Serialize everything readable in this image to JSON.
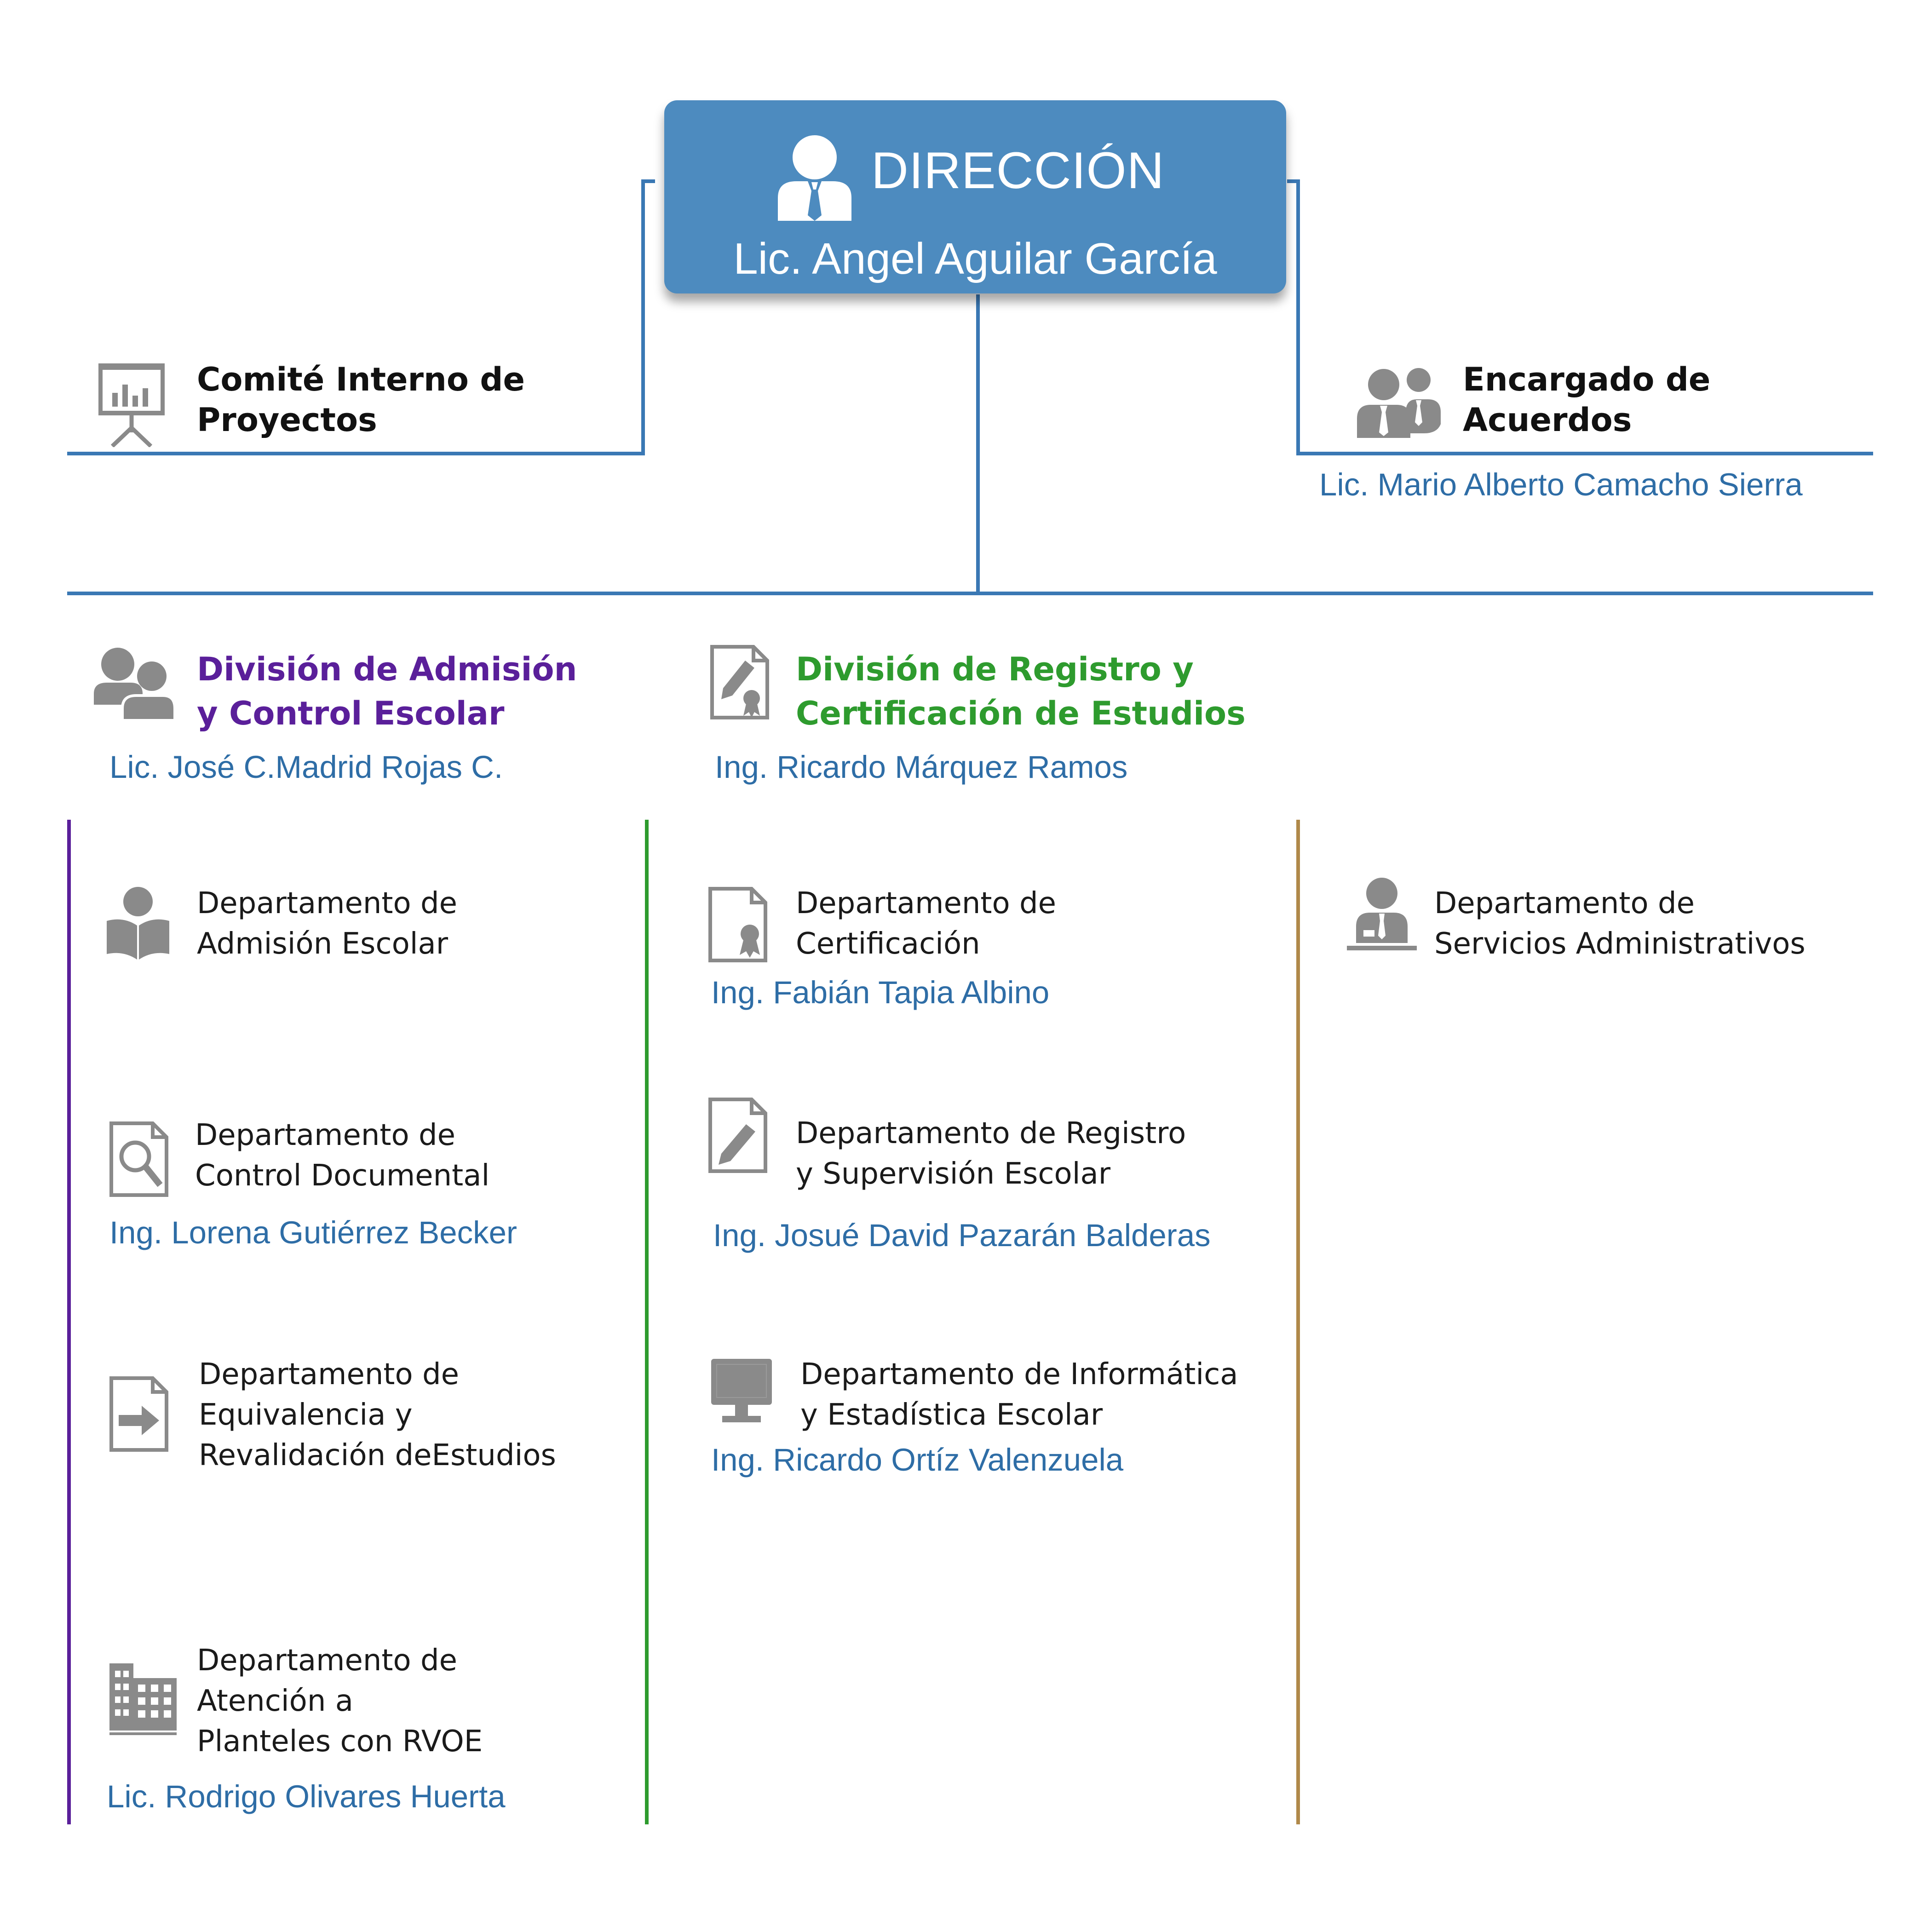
{
  "colors": {
    "connector": "#3a78b4",
    "director_box": "#4d8bbf",
    "admision": "#5a1f9a",
    "registro": "#2e9b2e",
    "administrativos": "#b0894a",
    "person_text": "#2e6da6",
    "icon_gray": "#8a8a8a"
  },
  "direccion": {
    "title": "DIRECCIÓN",
    "name": "Lic. Angel Aguilar García",
    "icon": "director-icon"
  },
  "comite": {
    "title_line1": "Comité Interno de",
    "title_line2": "Proyectos",
    "icon": "presentation-board-icon"
  },
  "encargado": {
    "title_line1": "Encargado de",
    "title_line2": "Acuerdos",
    "person": "Lic. Mario Alberto Camacho Sierra",
    "icon": "meeting-people-icon"
  },
  "admision": {
    "title_line1": "División de Admisión",
    "title_line2": "y Control Escolar",
    "person": "Lic. José C.Madrid Rojas C.",
    "icon": "group-people-icon",
    "departments": [
      {
        "lines": [
          "Departamento de",
          "Admisión Escolar"
        ],
        "person": "",
        "icon": "reader-book-icon"
      },
      {
        "lines": [
          "Departamento de",
          "Control Documental"
        ],
        "person": "Ing. Lorena Gutiérrez Becker",
        "icon": "document-search-icon"
      },
      {
        "lines": [
          "Departamento de",
          "Equivalencia y",
          "Revalidación deEstudios"
        ],
        "person": "",
        "icon": "document-arrow-icon"
      },
      {
        "lines": [
          "Departamento de",
          "Atención a",
          "Planteles con RVOE"
        ],
        "person": "Lic. Rodrigo Olivares Huerta",
        "icon": "building-icon"
      }
    ]
  },
  "registro": {
    "title_line1": "División de Registro y",
    "title_line2": "Certificación de Estudios",
    "person": "Ing. Ricardo Márquez Ramos",
    "icon": "certificate-edit-icon",
    "departments": [
      {
        "lines": [
          "Departamento de",
          "Certificación"
        ],
        "person": "Ing. Fabián Tapia Albino",
        "icon": "certificate-document-icon"
      },
      {
        "lines": [
          "Departamento de Registro",
          "y Supervisión Escolar"
        ],
        "person": "Ing. Josué David Pazarán Balderas",
        "icon": "document-edit-icon"
      },
      {
        "lines": [
          "Departamento de Informática",
          "y Estadística Escolar"
        ],
        "person": "Ing. Ricardo Ortíz Valenzuela",
        "icon": "monitor-icon"
      }
    ]
  },
  "administrativos": {
    "departments": [
      {
        "lines": [
          "Departamento de",
          "Servicios Administrativos"
        ],
        "person": "",
        "icon": "desk-clerk-icon"
      }
    ]
  }
}
